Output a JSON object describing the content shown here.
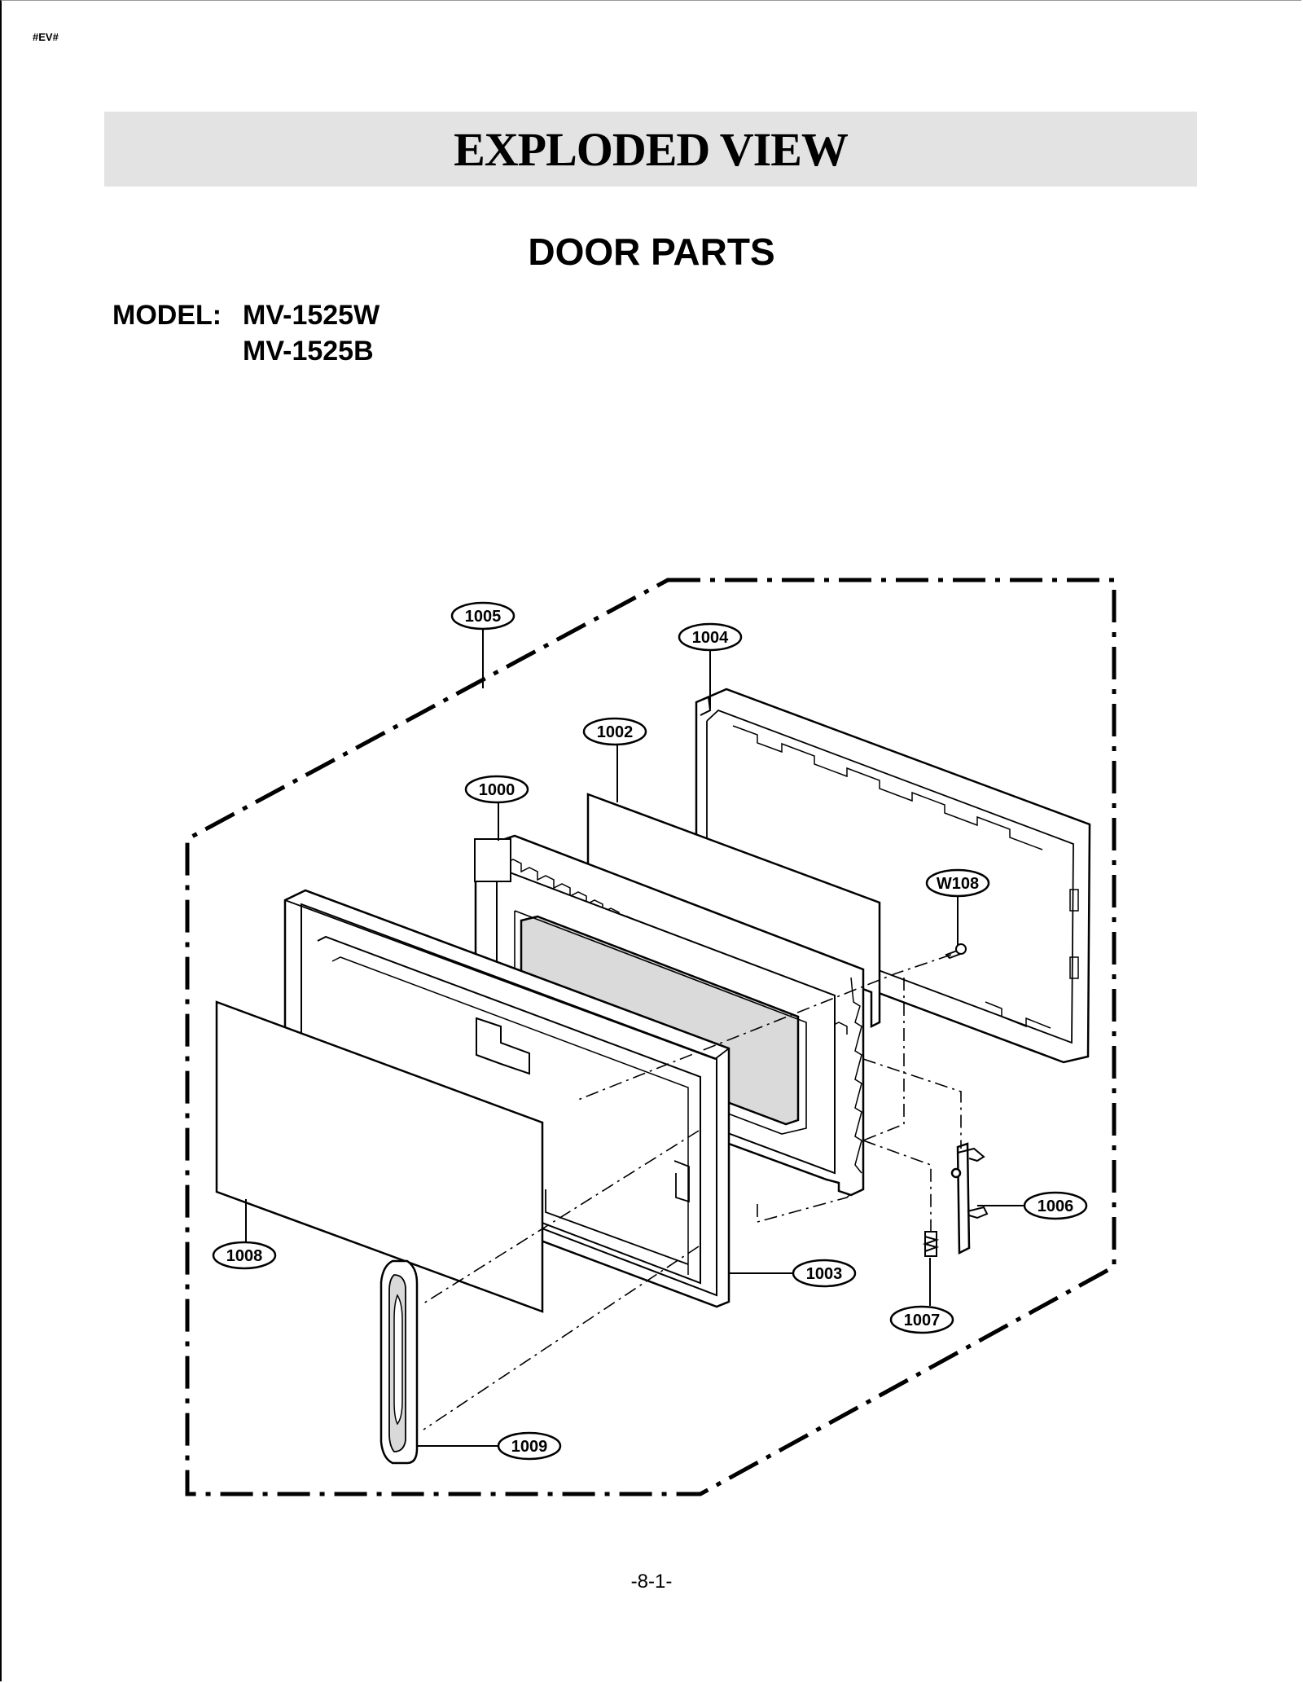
{
  "header": {
    "doc_code": "#EV#",
    "title": "EXPLODED VIEW",
    "subtitle": "DOOR PARTS",
    "model_label": "MODEL:",
    "models": [
      "MV-1525W",
      "MV-1525B"
    ]
  },
  "diagram": {
    "parts": [
      {
        "id": "1005"
      },
      {
        "id": "1004"
      },
      {
        "id": "1002"
      },
      {
        "id": "1000"
      },
      {
        "id": "W108"
      },
      {
        "id": "1006"
      },
      {
        "id": "1008"
      },
      {
        "id": "1003"
      },
      {
        "id": "1007"
      },
      {
        "id": "1009"
      }
    ]
  },
  "footer": {
    "page_number": "-8-1-"
  }
}
